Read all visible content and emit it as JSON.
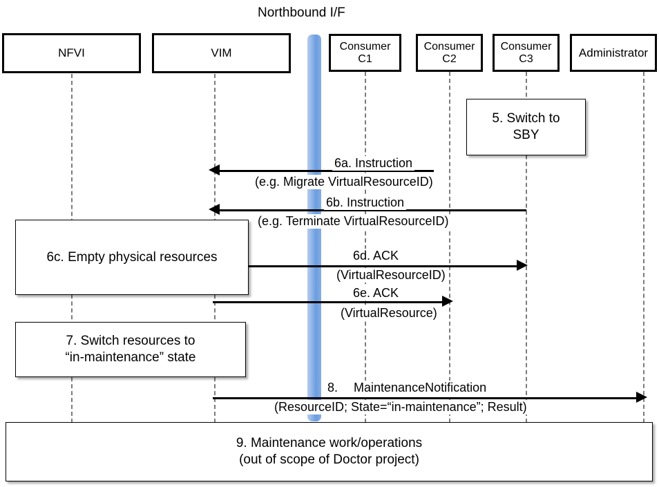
{
  "diagram": {
    "type": "uml-sequence-diagram",
    "interface_title": "Northbound I/F",
    "accent_color": "#6a9de0",
    "line_color": "#000000",
    "lifeline_color": "#7b7b7b"
  },
  "actors": [
    {
      "id": "nfvi",
      "label": "NFVI",
      "line2": ""
    },
    {
      "id": "vim",
      "label": "VIM",
      "line2": ""
    },
    {
      "id": "c1",
      "label": "Consumer",
      "line2": "C1"
    },
    {
      "id": "c2",
      "label": "Consumer",
      "line2": "C2"
    },
    {
      "id": "c3",
      "label": "Consumer",
      "line2": "C3"
    },
    {
      "id": "admin",
      "label": "Administrator",
      "line2": ""
    }
  ],
  "notes": [
    {
      "id": "note5",
      "line1": "5. Switch to",
      "line2": "SBY"
    },
    {
      "id": "note6c",
      "line1": "6c. Empty physical resources",
      "line2": ""
    },
    {
      "id": "note7",
      "line1": "7. Switch resources to",
      "line2": "“in-maintenance” state"
    },
    {
      "id": "note9",
      "line1": "9. Maintenance work/operations",
      "line2": "(out of scope of Doctor project)"
    }
  ],
  "messages": [
    {
      "id": "m6a",
      "label": "6a. Instruction",
      "sub": "(e.g. Migrate VirtualResourceID)",
      "from": "c2",
      "to": "vim",
      "direction": "left"
    },
    {
      "id": "m6b",
      "label": "6b. Instruction",
      "sub": "(e.g. Terminate VirtualResourceID)",
      "from": "c3",
      "to": "vim",
      "direction": "left"
    },
    {
      "id": "m6d",
      "label": "6d. ACK",
      "sub": "(VirtualResourceID)",
      "from": "vim",
      "to": "c3",
      "direction": "right"
    },
    {
      "id": "m6e",
      "label": "6e. ACK",
      "sub": "(VirtualResource)",
      "from": "vim",
      "to": "c2",
      "direction": "right"
    },
    {
      "id": "m8",
      "label": "8.  MaintenanceNotification",
      "sub": "(ResourceID; State=“in-maintenance”; Result)",
      "from": "vim",
      "to": "admin",
      "direction": "right"
    }
  ]
}
